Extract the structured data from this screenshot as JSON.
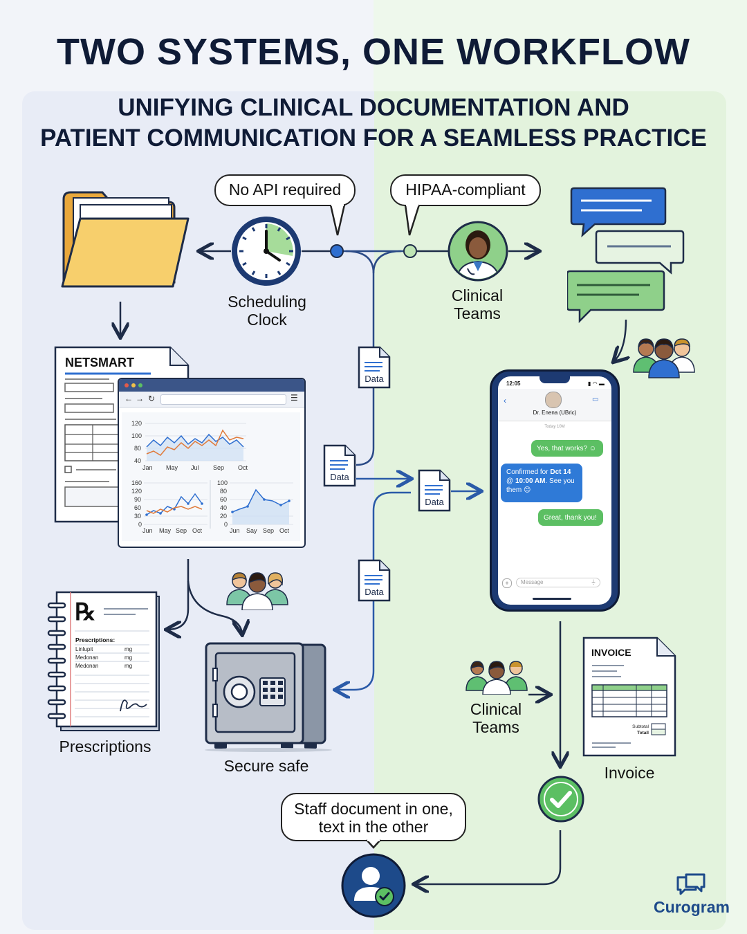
{
  "header": {
    "title": "TWO SYSTEMS, ONE WORKFLOW",
    "subtitle_line1": "UNIFYING CLINICAL DOCUMENTATION AND",
    "subtitle_line2": "PATIENT COMMUNICATION FOR A SEAMLESS PRACTICE"
  },
  "callouts": {
    "no_api": "No API required",
    "hipaa": "HIPAA-compliant",
    "staff_line1": "Staff document in one,",
    "staff_line2": "text in the other"
  },
  "labels": {
    "scheduling_line1": "Scheduling",
    "scheduling_line2": "Clock",
    "clinical_top_line1": "Clinical",
    "clinical_top_line2": "Teams",
    "clinical_bottom_line1": "Clinical",
    "clinical_bottom_line2": "Teams",
    "prescriptions": "Prescriptions",
    "secure_safe": "Secure safe",
    "invoice": "Invoice",
    "data": "Data"
  },
  "netsmart": {
    "title": "NETSMART"
  },
  "charts": {
    "top": {
      "y_ticks": [
        "120",
        "100",
        "80",
        "40"
      ],
      "x_ticks": [
        "Jan",
        "May",
        "Jul",
        "Sep",
        "Oct"
      ]
    },
    "bottom_left": {
      "y_ticks": [
        "160",
        "120",
        "90",
        "60",
        "30",
        "0"
      ],
      "x_ticks": [
        "Jun",
        "May",
        "Sep",
        "Oct"
      ]
    },
    "bottom_right": {
      "y_ticks": [
        "100",
        "80",
        "60",
        "40",
        "20",
        "0"
      ],
      "x_ticks": [
        "Jun",
        "Say",
        "Sep",
        "Oct"
      ]
    }
  },
  "phone": {
    "time": "12:05",
    "contact": "Dr. Enena (UBric)",
    "day": "Today 10M",
    "msg1": "Yes, that works? ☺",
    "msg2_a": "Confirmed for ",
    "msg2_b": "Dct 14",
    "msg2_c": "@ ",
    "msg2_d": "10:00 AM",
    "msg2_e": ". See you",
    "msg2_f": "them 😊",
    "msg3": "Great, thank you!",
    "placeholder": "Message"
  },
  "prescription": {
    "rx": "℞",
    "heading": "Prescriptions:",
    "rows": [
      {
        "name": "Linlupit",
        "unit": "mg"
      },
      {
        "name": "Medonan",
        "unit": "mg"
      },
      {
        "name": "Medonan",
        "unit": "mg"
      }
    ]
  },
  "invoice_doc": {
    "title": "INVOICE",
    "subtotal": "Subtotal",
    "total": "Totall"
  },
  "brand": {
    "name": "Curogram"
  },
  "colors": {
    "navy": "#1d3a72",
    "blue": "#2f6fd0",
    "green": "#5cbf63",
    "folder": "#f4c65a",
    "line": "#2a4a86"
  }
}
